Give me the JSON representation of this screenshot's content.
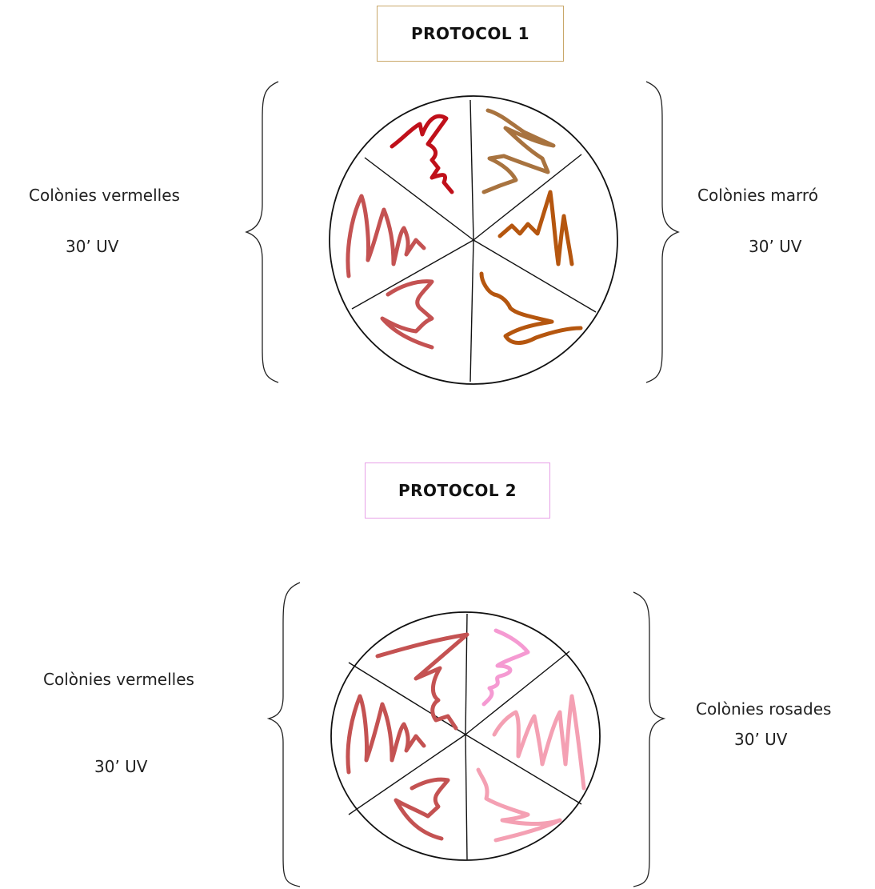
{
  "protocol_1": {
    "title": "PROTOCOL 1",
    "left_label": "Colònies vermelles",
    "left_sublabel": "30’ UV",
    "right_label": "Colònies marró",
    "right_sublabel": "30’ UV",
    "stroke_colors": {
      "left_top": "#c0101a",
      "left_others": "#c45252",
      "right_top": "#a8733f",
      "right_others": "#b5560f"
    }
  },
  "protocol_2": {
    "title": "PROTOCOL 2",
    "left_label": "Colònies vermelles",
    "left_sublabel": "30’ UV",
    "right_label": "Colònies rosades",
    "right_sublabel": "30’ UV",
    "stroke_colors": {
      "left": "#c45252",
      "right_top": "#f59ad2",
      "right_others": "#f4a0b3"
    }
  }
}
